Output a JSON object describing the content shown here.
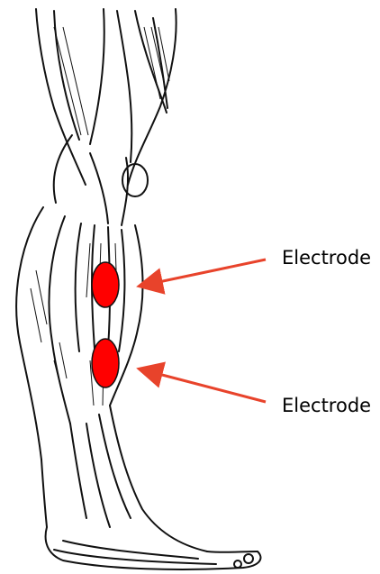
{
  "labels": {
    "top": "Electrode",
    "bottom": "Electrode"
  },
  "colors": {
    "electrode": "#ff0000",
    "arrow": "#e8432b",
    "ink": "#111111",
    "background": "#ffffff"
  },
  "icons": {
    "anatomy": "leg-muscle-illustration",
    "electrode": "red-oval-electrode",
    "arrow": "arrow-pointer"
  }
}
